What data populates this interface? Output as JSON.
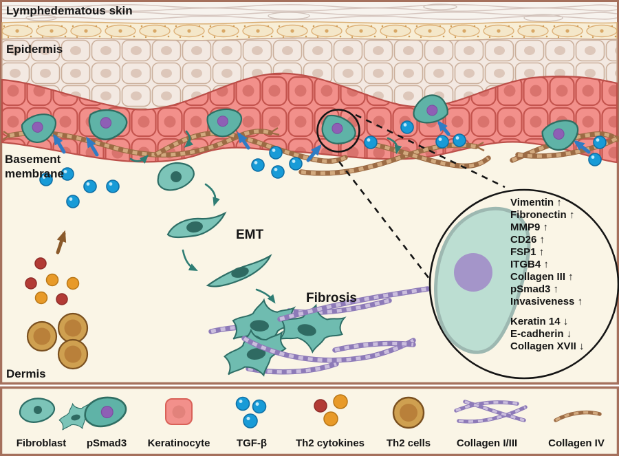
{
  "labels": {
    "lymphedematous_skin": "Lymphedematous skin",
    "epidermis": "Epidermis",
    "basement_membrane": [
      "Basement",
      "membrane"
    ],
    "dermis": "Dermis",
    "emt": "EMT",
    "fibrosis": "Fibrosis"
  },
  "inset_cell": {
    "upregulated": [
      "Vimentin ↑",
      "Fibronectin ↑",
      "MMP9 ↑",
      "CD26 ↑",
      "FSP1 ↑",
      "ITGB4 ↑",
      "Collagen III ↑",
      "pSmad3 ↑",
      "Invasiveness ↑"
    ],
    "downregulated": [
      "Keratin 14 ↓",
      "E-cadherin ↓",
      "Collagen XVII ↓"
    ]
  },
  "legend": {
    "items": [
      {
        "label": "Fibroblast",
        "icon": "fibroblast-cells-icon"
      },
      {
        "label": "pSmad3",
        "icon": "psmad3-cell-icon"
      },
      {
        "label": "Keratinocyte",
        "icon": "keratinocyte-icon"
      },
      {
        "label": "TGF-β",
        "icon": "tgf-beta-icon"
      },
      {
        "label": "Th2 cytokines",
        "icon": "th2-cytokines-icon"
      },
      {
        "label": "Th2 cells",
        "icon": "th2-cell-icon"
      },
      {
        "label": "Collagen I/III",
        "icon": "collagen-1-3-icon"
      },
      {
        "label": "Collagen IV",
        "icon": "collagen-4-icon"
      }
    ]
  },
  "colors": {
    "background": "#faf5e6",
    "frame_border": "#a5705c",
    "keratinocyte_fill": "#f2908b",
    "keratinocyte_stroke": "#c4544e",
    "keratinocyte_nucleus": "#d9736d",
    "spinous_fill": "#f3e9e2",
    "spinous_stroke": "#c9ab96",
    "granular_fill": "#f8eed6",
    "granular_stroke": "#d9ad72",
    "corneum_lines": "#d6c6bf",
    "teal_cell_fill": "#7cc4b8",
    "teal_cell_stroke": "#2e6e66",
    "psmad3_nucleus": "#8e5fb5",
    "inset_cell_fill": "#bcded2",
    "inset_cell_outline": "#9db8b1",
    "inset_nucleus": "#a495c9",
    "tgf_beta_blue": "#189bd7",
    "th2_cytokine_red": "#b23b35",
    "th2_cytokine_orange": "#e89a28",
    "th2_cell_fill": "#cfa050",
    "th2_cell_inner": "#b9803a",
    "collagen_1_3_purple": "#8d7ab8",
    "collagen_4_brown": "#a4714a",
    "arrow_blue": "#2f7cc4",
    "arrow_teal": "#2e7d74",
    "arrow_brown": "#8a5a2b",
    "text": "#1a1a1a"
  }
}
